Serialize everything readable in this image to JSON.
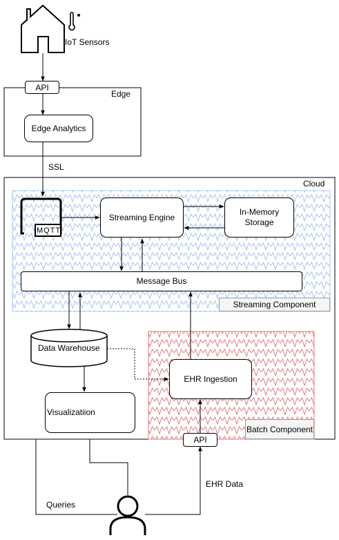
{
  "labels": {
    "iot_sensors": "IoT Sensors",
    "api_top": "API",
    "edge": "Edge",
    "edge_analytics": "Edge Analytics",
    "ssl": "SSL",
    "cloud": "Cloud",
    "mqtt": "MQTT",
    "streaming_engine": "Streaming Engine",
    "in_memory_line1": "In-Memory",
    "in_memory_line2": "Storage",
    "message_bus": "Message Bus",
    "streaming_component": "Streaming Component",
    "data_warehouse": "Data Warehouse",
    "ehr_ingestion": "EHR Ingestion",
    "visualization": "Visualizatiion",
    "batch_component": "Batch Component",
    "api_bottom": "API",
    "ehr_data": "EHR Data",
    "queries": "Queries"
  },
  "colors": {
    "streaming_hatch": "#a9c4eb",
    "batch_hatch": "#e07b7b",
    "stroke": "#000000",
    "tag_fill": "#f5f5f5"
  },
  "icons": [
    "house-icon",
    "thermometer-icon",
    "mqtt-broker-icon",
    "dashboard-chart-icon",
    "user-icon"
  ]
}
